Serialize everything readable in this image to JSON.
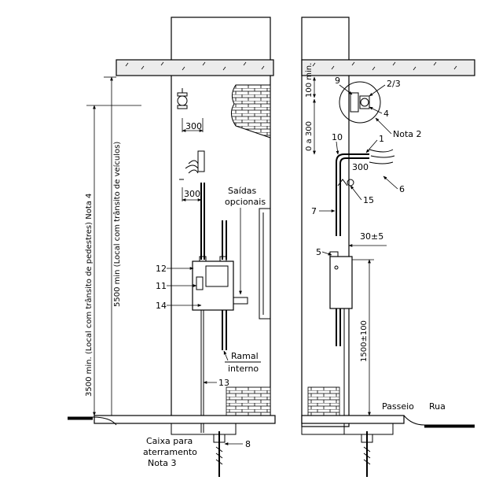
{
  "front_view": {
    "dim_300_upper": "300",
    "dim_300_lower": "300",
    "saidas_line1": "Saídas",
    "saidas_line2": "opcionais",
    "label_12": "12",
    "label_11": "11",
    "label_14": "14",
    "label_13": "13",
    "label_8": "8",
    "ramal_line1": "Ramal",
    "ramal_line2": "interno",
    "caixa_line1": "Caixa para",
    "caixa_line2": "aterramento",
    "nota3": "Nota 3",
    "vert_dim_outer": "3500 min. (Local com trânsito de pedestres) Nota 4",
    "vert_dim_inner": "5500 min  (Local com trânsito de veículos)"
  },
  "side_view": {
    "dim_100_min": "100\nmin.",
    "dim_0_a_300": "0 a 300",
    "label_9": "9",
    "label_2_3": "2/3",
    "label_4": "4",
    "nota2": "Nota 2",
    "label_10": "10",
    "label_1": "1",
    "dim_300": "300",
    "label_6": "6",
    "label_15": "15",
    "label_7": "7",
    "dim_30": "30±5",
    "label_5": "5",
    "dim_1500": "1500±100",
    "passeio": "Passeio",
    "rua": "Rua"
  }
}
